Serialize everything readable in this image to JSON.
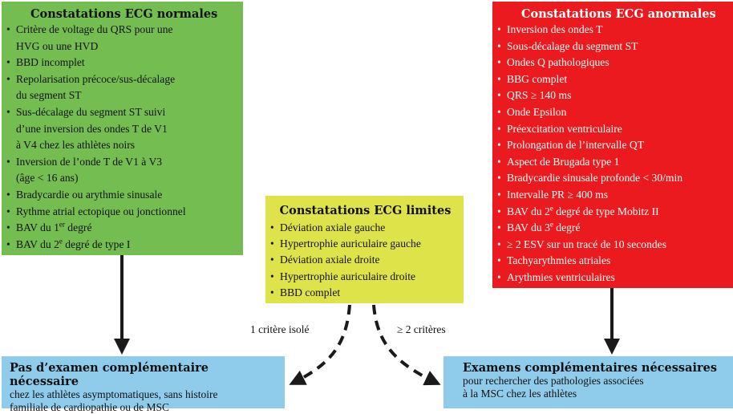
{
  "normal": {
    "title": "Constatations ECG normales",
    "items": [
      {
        "l1": "Critère de voltage du QRS pour une",
        "l2": "HVG ou une HVD"
      },
      {
        "l1": "BBD incomplet"
      },
      {
        "l1": "Repolarisation précoce/sus-décalage",
        "l2": "du segment ST"
      },
      {
        "l1": "Sus-décalage du segment ST suivi",
        "l2": "d’une inversion des ondes T de V1",
        "l3": "à V4 chez les athlètes noirs"
      },
      {
        "l1": "Inversion de l’onde T de V1 à V3",
        "l2": "(âge < 16 ans)"
      },
      {
        "l1": "Bradycardie ou arythmie sinusale"
      },
      {
        "l1": "Rythme atrial ectopique ou jonctionnel"
      },
      {
        "pre": "BAV du 1",
        "sup": "er",
        "post": " degré"
      },
      {
        "pre": "BAV du 2",
        "sup": "e",
        "post": " degré de type I"
      }
    ]
  },
  "abnormal": {
    "title": "Constatations ECG anormales",
    "items": [
      {
        "l1": "Inversion des ondes T"
      },
      {
        "l1": "Sous-décalage du segment ST"
      },
      {
        "l1": "Ondes Q pathologiques"
      },
      {
        "l1": "BBG complet"
      },
      {
        "l1": "QRS ≥ 140 ms"
      },
      {
        "l1": "Onde Epsilon"
      },
      {
        "l1": "Préexcitation ventriculaire"
      },
      {
        "l1": "Prolongation de l’intervalle QT"
      },
      {
        "l1": "Aspect de Brugada type 1"
      },
      {
        "l1": "Bradycardie sinusale profonde < 30/min"
      },
      {
        "l1": "Intervalle PR ≥ 400 ms"
      },
      {
        "pre": "BAV du 2",
        "sup": "e",
        "post": " degré de type Mobitz II"
      },
      {
        "pre": "BAV du 3",
        "sup": "e",
        "post": " degré"
      },
      {
        "l1": "≥ 2 ESV sur un tracé de 10 secondes"
      },
      {
        "l1": "Tachyarythmies atriales"
      },
      {
        "l1": "Arythmies ventriculaires"
      }
    ]
  },
  "limit": {
    "title": "Constatations ECG limites",
    "items": [
      "Déviation axiale gauche",
      "Hypertrophie auriculaire gauche",
      "Déviation axiale droite",
      "Hypertrophie auriculaire droite",
      "BBD complet"
    ]
  },
  "edges": {
    "isolated": "1 critère isolé",
    "multiple": "≥ 2 critères"
  },
  "results": {
    "no_exam": {
      "title": "Pas d’examen complémentaire nécessaire",
      "line1": "chez les athlètes asymptomatiques, sans histoire",
      "line2": "familiale de cardiopathie ou de MSC"
    },
    "exams": {
      "title": "Examens complémentaires nécessaires",
      "line1": "pour rechercher des pathologies associées",
      "line2": "à la MSC chez les athlètes"
    }
  },
  "colors": {
    "normal": "#74bd50",
    "abnormal": "#ea1a1e",
    "limit": "#dfe34a",
    "result": "#8fcbea",
    "arrow": "#1a1a1a"
  }
}
